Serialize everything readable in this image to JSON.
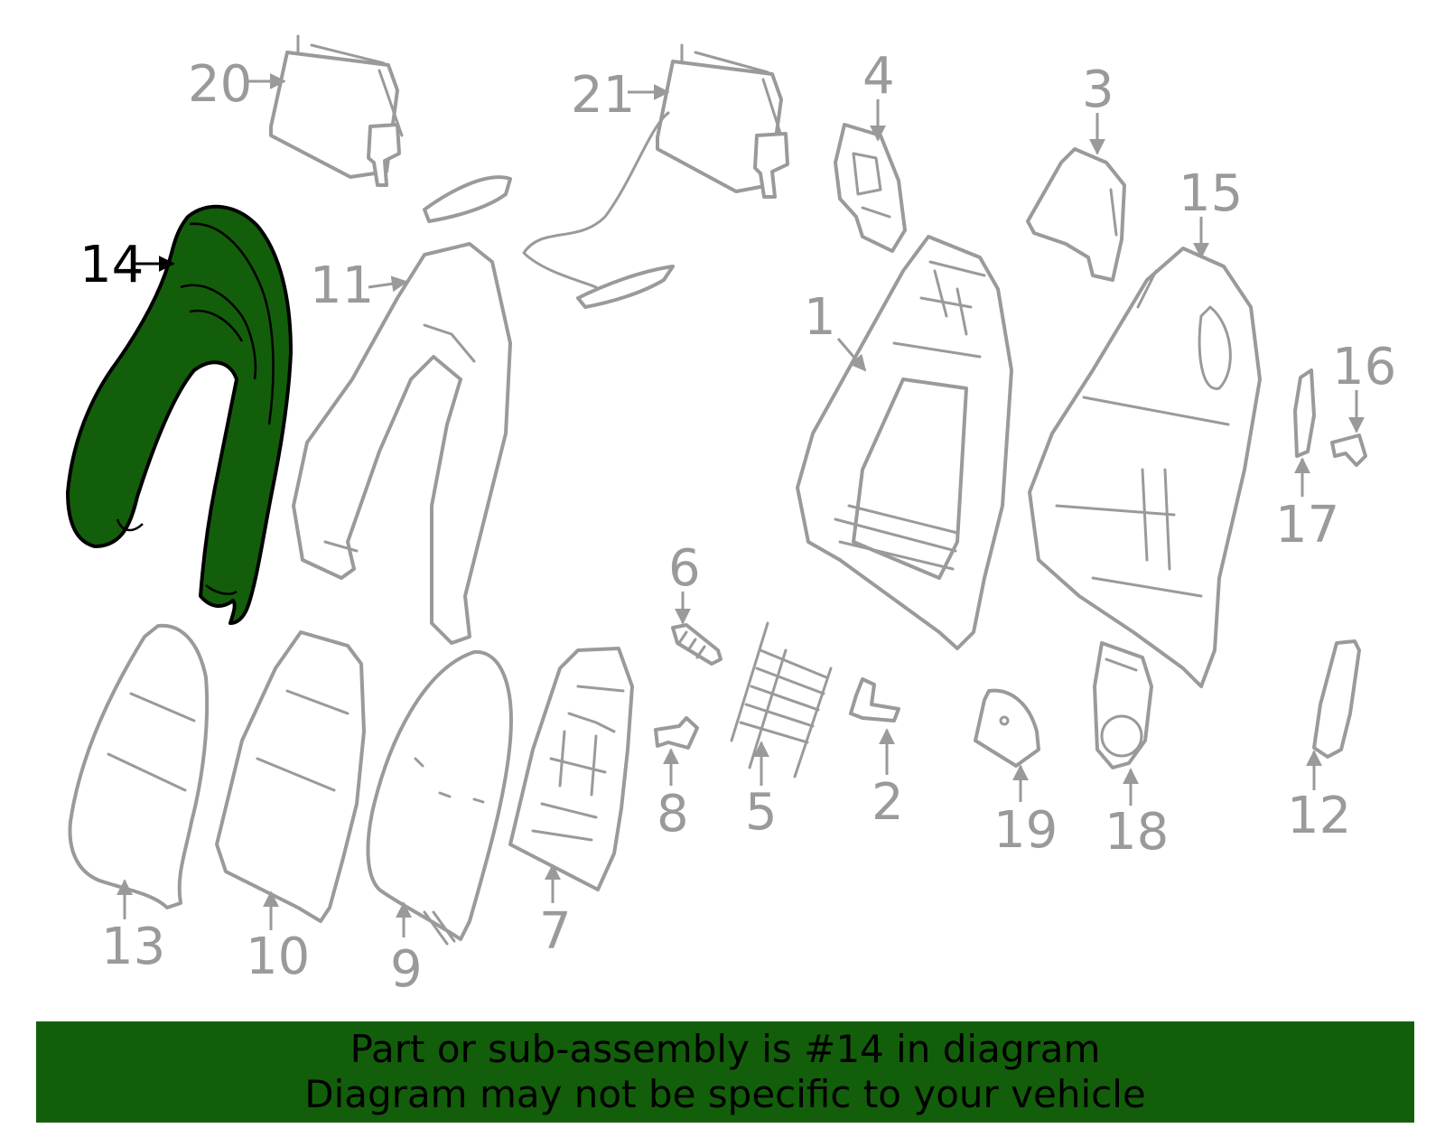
{
  "banner": {
    "line1": "Part or sub-assembly is #14 in diagram",
    "line2": "Diagram may not be specific to your vehicle",
    "background": "#135e0a"
  },
  "highlight": {
    "part": "14",
    "fill_color": "#135e0a"
  },
  "callouts": {
    "p1": "1",
    "p2": "2",
    "p3": "3",
    "p4": "4",
    "p5": "5",
    "p6": "6",
    "p7": "7",
    "p8": "8",
    "p9": "9",
    "p10": "10",
    "p11": "11",
    "p12": "12",
    "p13": "13",
    "p14": "14",
    "p15": "15",
    "p16": "16",
    "p17": "17",
    "p18": "18",
    "p19": "19",
    "p20": "20",
    "p21": "21"
  }
}
